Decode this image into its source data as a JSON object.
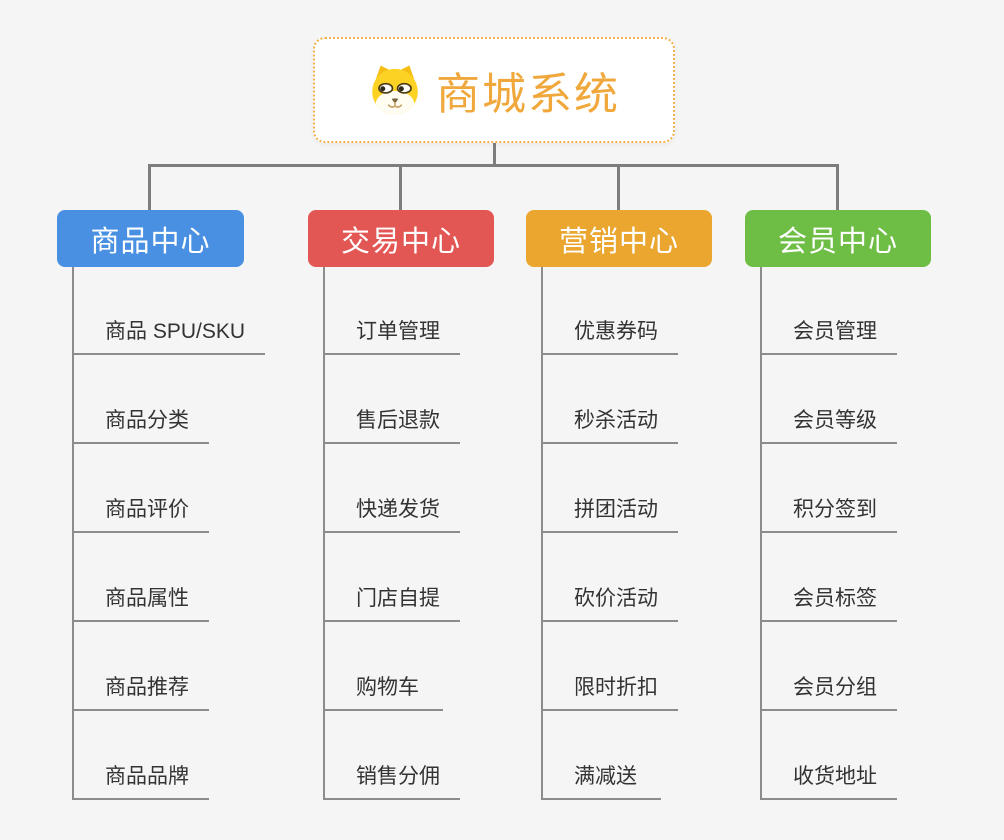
{
  "root": {
    "title": "商城系统",
    "icon": "dog-face-icon"
  },
  "branches": [
    {
      "label": "商品中心",
      "color": "#4a90e2",
      "items": [
        "商品 SPU/SKU",
        "商品分类",
        "商品评价",
        "商品属性",
        "商品推荐",
        "商品品牌"
      ]
    },
    {
      "label": "交易中心",
      "color": "#e25754",
      "items": [
        "订单管理",
        "售后退款",
        "快递发货",
        "门店自提",
        "购物车",
        "销售分佣"
      ]
    },
    {
      "label": "营销中心",
      "color": "#eba62f",
      "items": [
        "优惠券码",
        "秒杀活动",
        "拼团活动",
        "砍价活动",
        "限时折扣",
        "满减送"
      ]
    },
    {
      "label": "会员中心",
      "color": "#6ebe45",
      "items": [
        "会员管理",
        "会员等级",
        "积分签到",
        "会员标签",
        "会员分组",
        "收货地址"
      ]
    }
  ],
  "colors": {
    "background": "#f5f5f5",
    "connector": "#7d7d7d",
    "underline": "#8c8c8c",
    "text": "#333333",
    "title": "#f0a83c",
    "root_border": "#f3b04a"
  }
}
